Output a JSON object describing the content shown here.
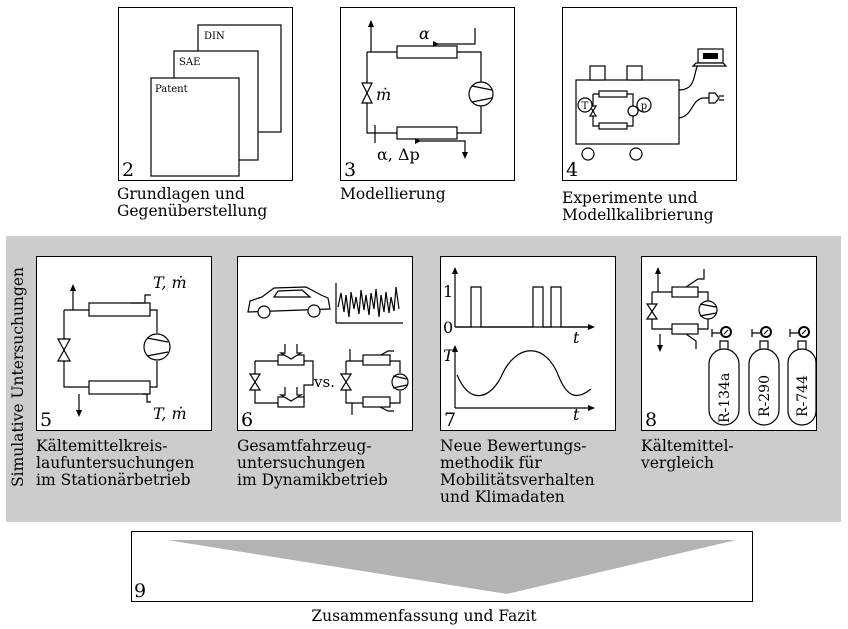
{
  "side_label": "Simulative Untersuchungen",
  "panels": {
    "p2": {
      "number": "2",
      "caption": [
        "Grundlagen und",
        "Gegenüberstellung"
      ],
      "docs": [
        "DIN",
        "SAE",
        "Patent"
      ]
    },
    "p3": {
      "number": "3",
      "caption": [
        "Modellierung"
      ],
      "alpha": "α",
      "mdot": "ṁ",
      "alpha_dp": "α, Δp"
    },
    "p4": {
      "number": "4",
      "caption": [
        "Experimente und",
        "Modellkalibrierung"
      ],
      "t_label": "T",
      "p_label": "p"
    },
    "p5": {
      "number": "5",
      "caption": [
        "Kältemittelkreis-",
        "laufuntersuchungen",
        "im Stationärbetrieb"
      ],
      "top_label": "T, ṁ",
      "bottom_label": "T, ṁ"
    },
    "p6": {
      "number": "6",
      "caption": [
        "Gesamtfahrzeug-",
        "untersuchungen",
        "im Dynamikbetrieb"
      ],
      "vs": "vs."
    },
    "p7": {
      "number": "7",
      "caption": [
        "Neue Bewertungs-",
        "methodik für",
        "Mobilitätsverhalten",
        "und Klimadaten"
      ],
      "y1": "1",
      "y0": "0",
      "t1": "t",
      "T": "T",
      "t2": "t"
    },
    "p8": {
      "number": "8",
      "caption": [
        "Kältemittel-",
        "vergleich"
      ],
      "refrigerants": [
        "R-134a",
        "R-290",
        "R-744"
      ]
    },
    "p9": {
      "number": "9",
      "caption": [
        "Zusammenfassung und Fazit"
      ]
    }
  }
}
